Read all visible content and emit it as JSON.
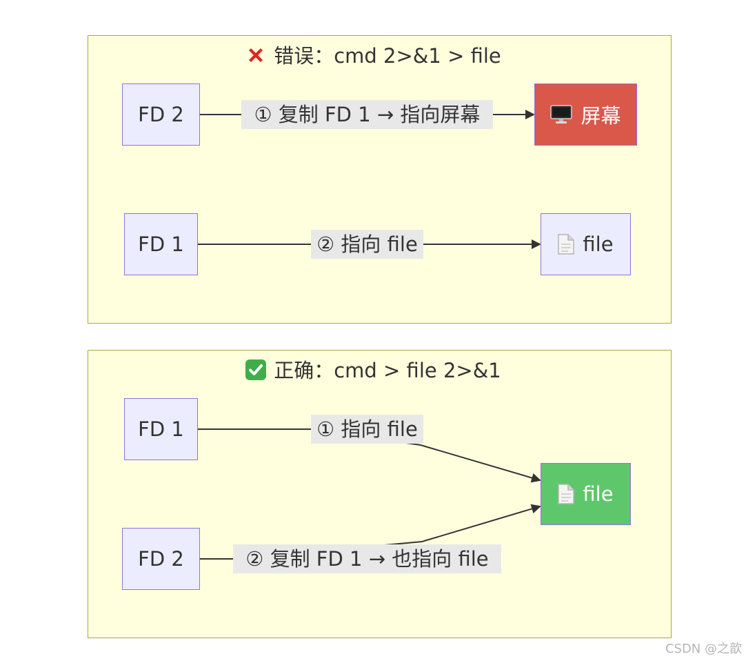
{
  "groups": {
    "wrong": {
      "title": "错误：cmd 2>&1 > file",
      "mark_icon": "cross-mark-icon",
      "nodes": {
        "fd2": "FD 2",
        "fd1": "FD 1",
        "screen": {
          "label": "屏幕",
          "icon": "monitor-icon",
          "color": "#d9584a"
        },
        "file": {
          "label": "file",
          "icon": "document-icon"
        }
      },
      "edges": {
        "step1": "① 复制 FD 1 → 指向屏幕",
        "step2": "② 指向 file"
      }
    },
    "right": {
      "title": "正确：cmd > file 2>&1",
      "mark_icon": "check-mark-icon",
      "nodes": {
        "fd1": "FD 1",
        "fd2": "FD 2",
        "file": {
          "label": "file",
          "icon": "document-icon",
          "color": "#5fc76b"
        }
      },
      "edges": {
        "step1": "① 指向 file",
        "step2": "② 复制 FD 1 → 也指向 file"
      }
    }
  },
  "watermark": "CSDN @之歆"
}
